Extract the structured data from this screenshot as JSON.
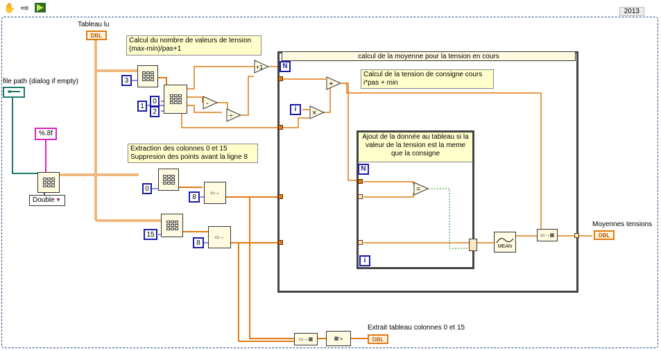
{
  "toolbar": {
    "year": "2013"
  },
  "controls": {
    "file_path_label": "file path (dialog if empty)",
    "format_string": "%.8f",
    "type_selector": "Double"
  },
  "indicators": {
    "tableau_lu": "Tableau lu",
    "moyennes_tensions": "Moyennes tensions",
    "extrait_tableau": "Extrait tableau colonnes 0 et 15",
    "dbl_tag": "DBL"
  },
  "comments": {
    "calcul_nombre": "Calcul du nombre de valeurs de tension (max-min)/pas+1",
    "extraction": "Extraction des colonnes 0 et 15 Suppresion des points avant la ligne 8",
    "calcul_tension": "Calcul de la tension de consigne cours i*pas + min",
    "ajout_donnee": "Ajout de la donnée au tableau si la valeur de la tension est la meme que la consigne"
  },
  "structures": {
    "outer_loop_title": "calcul de la moyenne pour la tension en cours",
    "count_terminal": "N",
    "iteration_terminal": "i",
    "mean_label": "MEAN"
  },
  "constants": {
    "c3": "3",
    "c1": "1",
    "c0_a": "0",
    "c2": "2",
    "c0_b": "0",
    "c8_a": "8",
    "c15": "15",
    "c8_b": "8"
  },
  "operators": {
    "increment": "+1",
    "subtract": "-",
    "divide": "÷",
    "add": "+",
    "multiply": "×",
    "equal": "="
  },
  "colors": {
    "wire_double": "#e07a10",
    "wire_path": "#1a7a6a",
    "wire_string": "#e020c0",
    "wire_bool": "#2a8a2a"
  },
  "icons": [
    "hand-icon",
    "arrow-icon",
    "run-icon",
    "read-spreadsheet-icon",
    "index-array-icon",
    "array-subset-icon",
    "build-array-icon",
    "transpose-icon",
    "mean-icon"
  ]
}
